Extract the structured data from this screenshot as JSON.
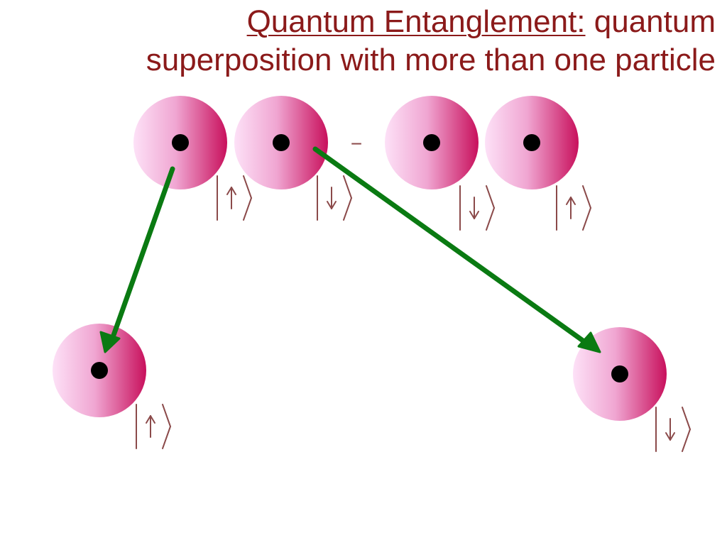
{
  "title": {
    "heading": "Quantum Entanglement:",
    "line1_rest": " quantum",
    "line2": "superposition with more than one particle"
  },
  "operator": "−",
  "kets": {
    "top_left_pair": [
      "up",
      "down"
    ],
    "top_right_pair": [
      "down",
      "up"
    ],
    "bottom_left": "up",
    "bottom_right": "down"
  },
  "colors": {
    "title": "#8b1a1a",
    "ket": "#8b4a4a",
    "arrow": "#0a7a12",
    "ball_light": "#fde1f7",
    "ball_dark": "#c8105c",
    "dot": "#000000"
  }
}
